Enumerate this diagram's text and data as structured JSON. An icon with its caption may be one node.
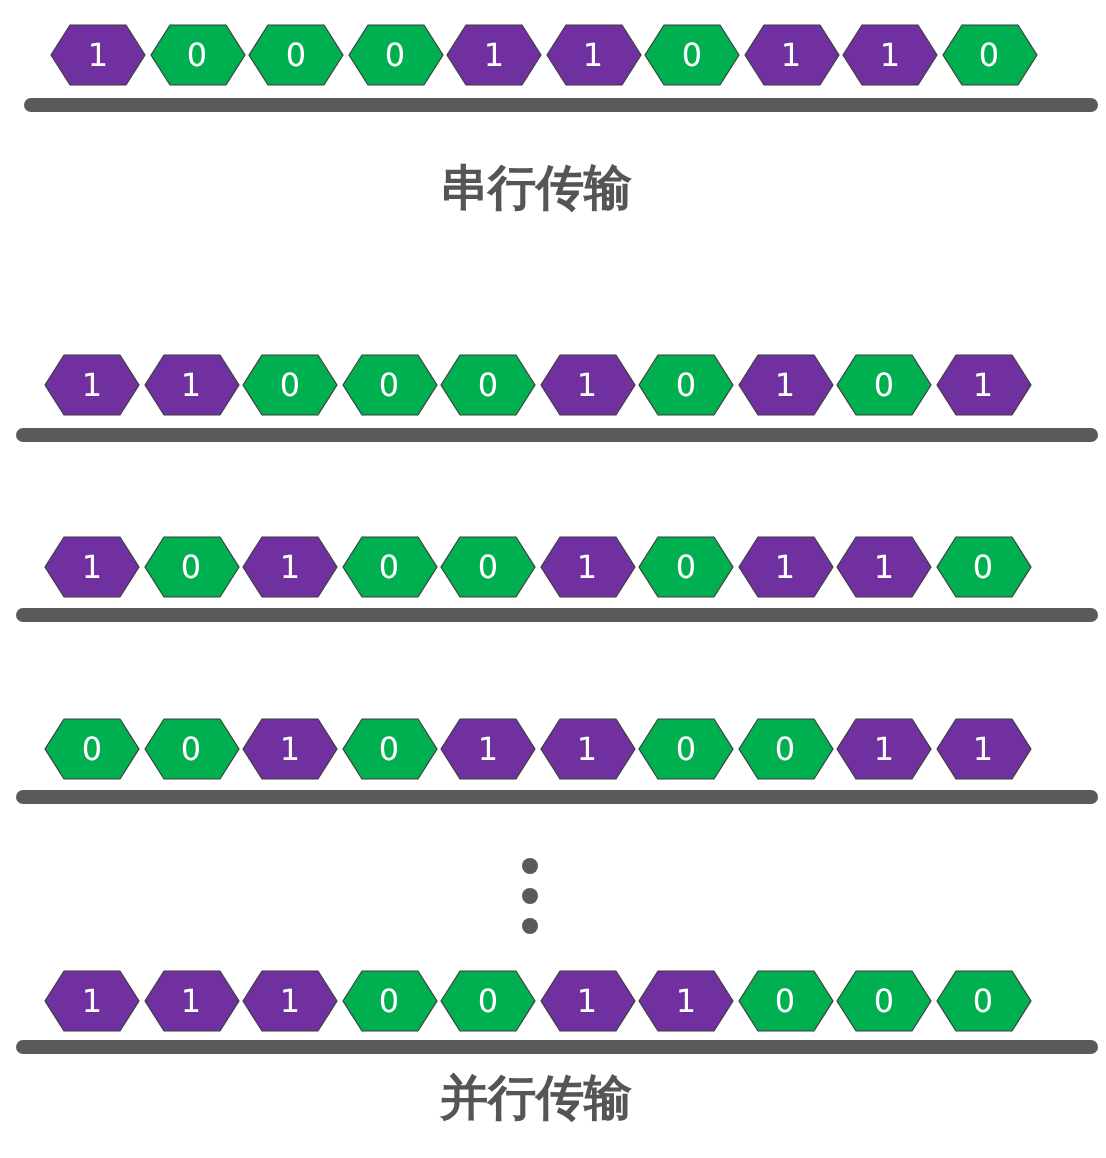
{
  "diagram": {
    "nodes": [
      {
        "text": [
          "1"
        ]
      },
      {
        "text": [
          "0"
        ]
      },
      {
        "text": [
          "0"
        ]
      },
      {
        "text": [
          "0"
        ]
      },
      {
        "text": [
          "1"
        ]
      },
      {
        "text": [
          "1"
        ]
      },
      {
        "text": [
          "0"
        ]
      },
      {
        "text": [
          "1"
        ]
      },
      {
        "text": [
          "1"
        ]
      },
      {
        "text": [
          "0"
        ]
      },
      {
        "text": [
          "1"
        ]
      },
      {
        "text": [
          "1"
        ]
      },
      {
        "text": [
          "0"
        ]
      },
      {
        "text": [
          "0"
        ]
      },
      {
        "text": [
          "0"
        ]
      },
      {
        "text": [
          "1"
        ]
      },
      {
        "text": [
          "0"
        ]
      },
      {
        "text": [
          "1"
        ]
      },
      {
        "text": [
          "0"
        ]
      },
      {
        "text": [
          "1"
        ]
      },
      {
        "text": [
          "1"
        ]
      },
      {
        "text": [
          "0"
        ]
      },
      {
        "text": [
          "1"
        ]
      },
      {
        "text": [
          "0"
        ]
      },
      {
        "text": [
          "0"
        ]
      },
      {
        "text": [
          "1"
        ]
      },
      {
        "text": [
          "0"
        ]
      },
      {
        "text": [
          "1"
        ]
      },
      {
        "text": [
          "1"
        ]
      },
      {
        "text": [
          "0"
        ]
      },
      {
        "text": [
          "0"
        ]
      },
      {
        "text": [
          "0"
        ]
      },
      {
        "text": [
          "1"
        ]
      },
      {
        "text": [
          "0"
        ]
      },
      {
        "text": [
          "1"
        ]
      },
      {
        "text": [
          "1"
        ]
      },
      {
        "text": [
          "0"
        ]
      },
      {
        "text": [
          "0"
        ]
      },
      {
        "text": [
          "1"
        ]
      },
      {
        "text": [
          "1"
        ]
      },
      {
        "text": [
          "1"
        ]
      },
      {
        "text": [
          "1"
        ]
      },
      {
        "text": [
          "1"
        ]
      },
      {
        "text": [
          "0"
        ]
      },
      {
        "text": [
          "0"
        ]
      },
      {
        "text": [
          "1"
        ]
      },
      {
        "text": [
          "1"
        ]
      },
      {
        "text": [
          "0"
        ]
      },
      {
        "text": [
          "0"
        ]
      },
      {
        "text": [
          "0"
        ]
      }
    ],
    "labels": [
      "串行传输",
      "并行传输"
    ]
  }
}
